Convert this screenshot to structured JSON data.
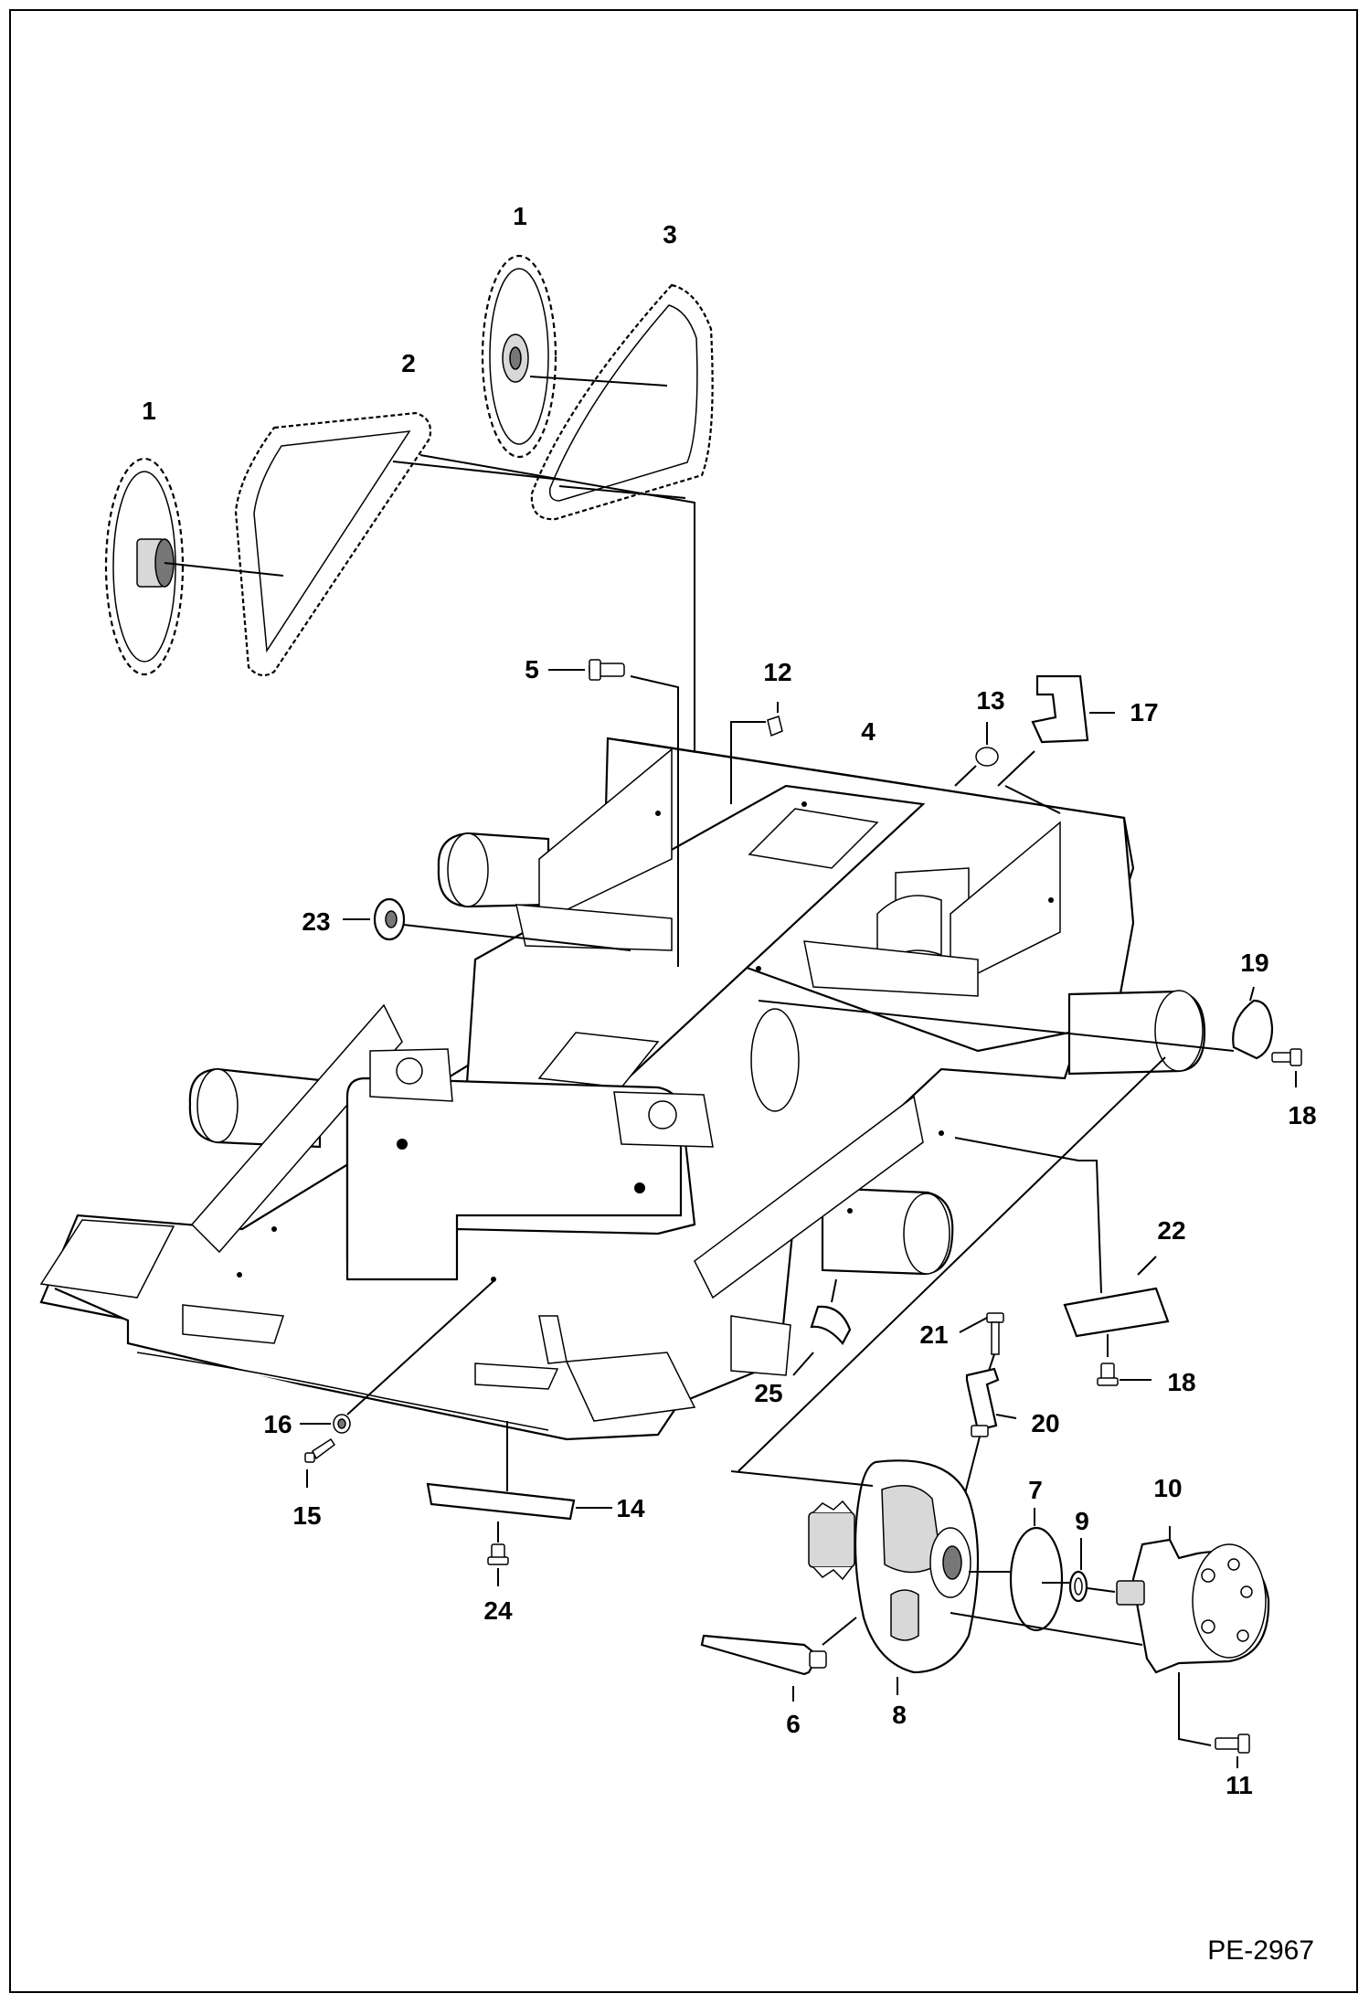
{
  "drawing": {
    "document_id": "PE-2967",
    "callouts": [
      {
        "id": "c1a",
        "label": "1"
      },
      {
        "id": "c1b",
        "label": "1"
      },
      {
        "id": "c2",
        "label": "2"
      },
      {
        "id": "c3",
        "label": "3"
      },
      {
        "id": "c4",
        "label": "4"
      },
      {
        "id": "c5",
        "label": "5"
      },
      {
        "id": "c6",
        "label": "6"
      },
      {
        "id": "c7",
        "label": "7"
      },
      {
        "id": "c8",
        "label": "8"
      },
      {
        "id": "c9",
        "label": "9"
      },
      {
        "id": "c10",
        "label": "10"
      },
      {
        "id": "c11",
        "label": "11"
      },
      {
        "id": "c12",
        "label": "12"
      },
      {
        "id": "c13",
        "label": "13"
      },
      {
        "id": "c14",
        "label": "14"
      },
      {
        "id": "c15",
        "label": "15"
      },
      {
        "id": "c16",
        "label": "16"
      },
      {
        "id": "c17",
        "label": "17"
      },
      {
        "id": "c18a",
        "label": "18"
      },
      {
        "id": "c18b",
        "label": "18"
      },
      {
        "id": "c19",
        "label": "19"
      },
      {
        "id": "c20",
        "label": "20"
      },
      {
        "id": "c21",
        "label": "21"
      },
      {
        "id": "c22",
        "label": "22"
      },
      {
        "id": "c23",
        "label": "23"
      },
      {
        "id": "c24",
        "label": "24"
      },
      {
        "id": "c25",
        "label": "25"
      }
    ]
  }
}
